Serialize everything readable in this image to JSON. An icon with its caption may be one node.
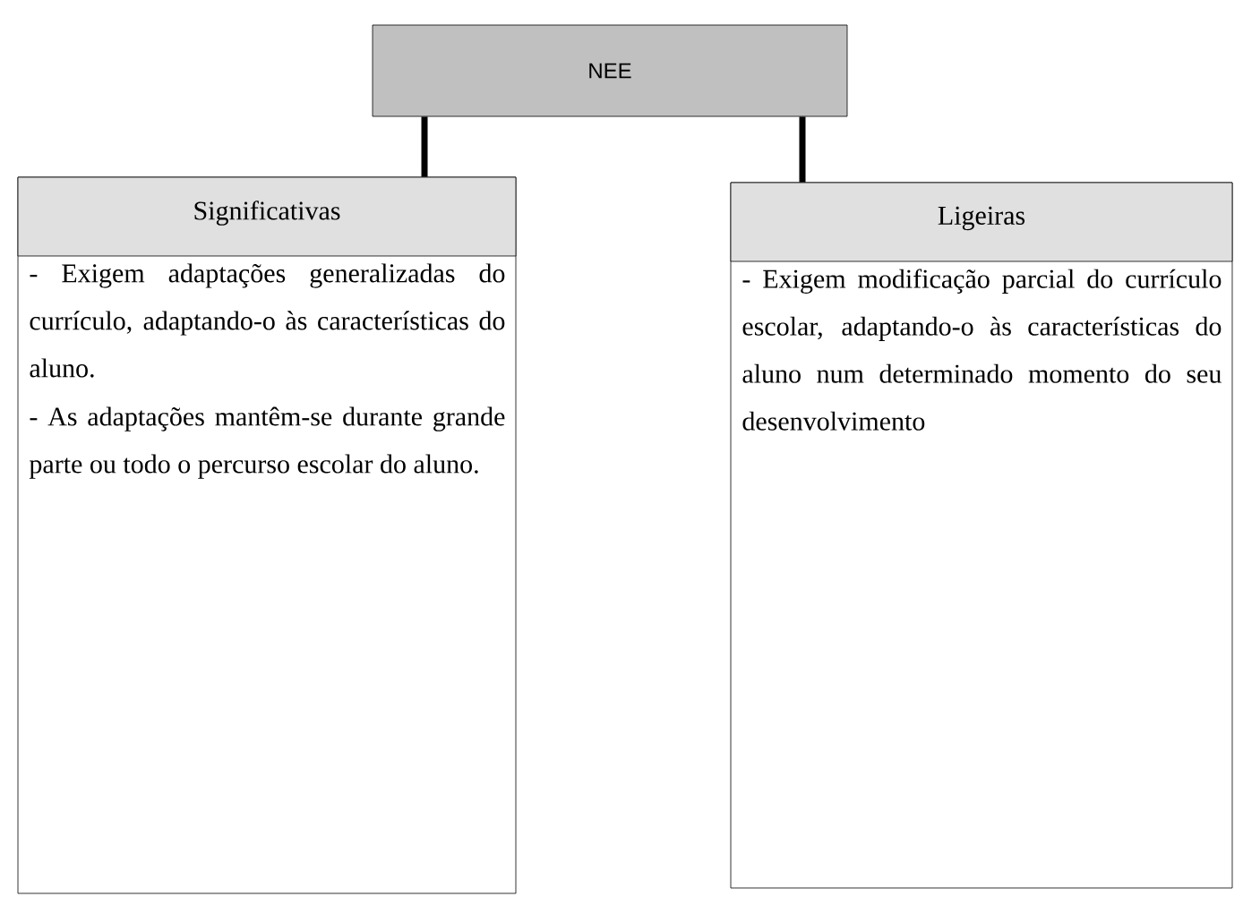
{
  "diagram": {
    "nodes": [
      {
        "text": [
          "NEE"
        ]
      },
      {
        "text": [
          "Significativas",
          "- Exigem adaptações generalizadas do currículo, adaptando-o às características do aluno.",
          "- As adaptações mantêm-se durante grande parte ou todo o percurso escolar do aluno."
        ]
      },
      {
        "text": [
          "Ligeiras",
          "- Exigem modificação parcial do currículo escolar, adaptando-o às características do aluno num determinado momento do seu desenvolvimento"
        ]
      }
    ],
    "edges": [
      {
        "from": 0,
        "to": 1,
        "arrow": "none"
      },
      {
        "from": 0,
        "to": 2,
        "arrow": "none"
      }
    ]
  }
}
